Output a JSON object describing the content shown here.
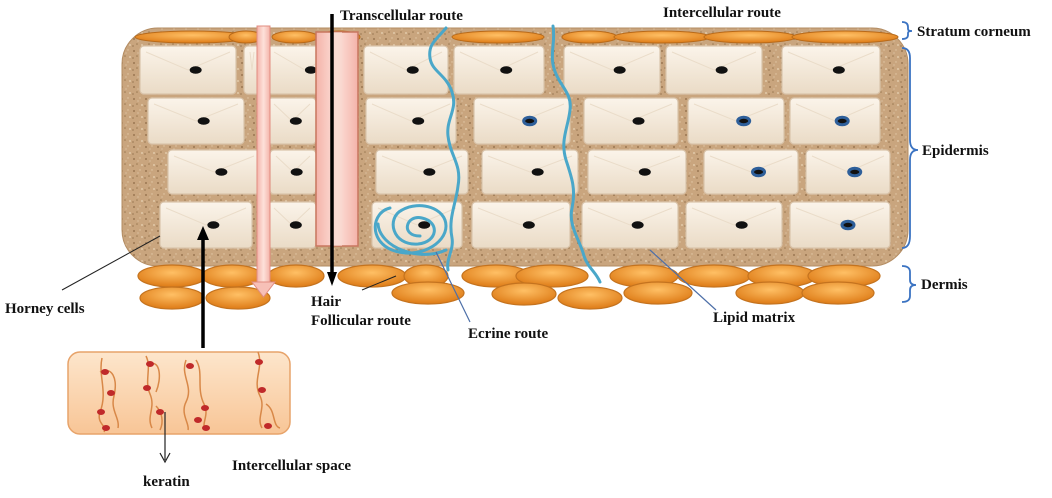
{
  "labels": {
    "transcellular": "Transcellular  route",
    "intercellular": "Intercellular route",
    "stratum_corneum": "Stratum corneum",
    "epidermis": "Epidermis",
    "dermis": "Dermis",
    "horney_cells": "Horney cells",
    "hair_line1": "Hair",
    "hair_line2": "Follicular route",
    "ecrine": "Ecrine route",
    "lipid_matrix": "Lipid matrix",
    "intercellular_space": "Intercellular space",
    "keratin": "keratin"
  },
  "colors": {
    "matrix": "#c9a57e",
    "cell": "#f6ece0",
    "cell_edge": "#d9c4ab",
    "nucleus": "#111111",
    "nucleus_blue": "#2e5f9a",
    "corneum": "#e8913a",
    "dermis_cell": "#f09a2e",
    "ecrine_path": "#4aa7c9",
    "follicle": "#f9c8c0",
    "bracket": "#3b73c2",
    "keratin_box": "#fbd3aa",
    "keratin_dot": "#c02a2a"
  },
  "icons": [
    "arrow-up-icon",
    "arrow-down-icon",
    "bracket-icon"
  ]
}
